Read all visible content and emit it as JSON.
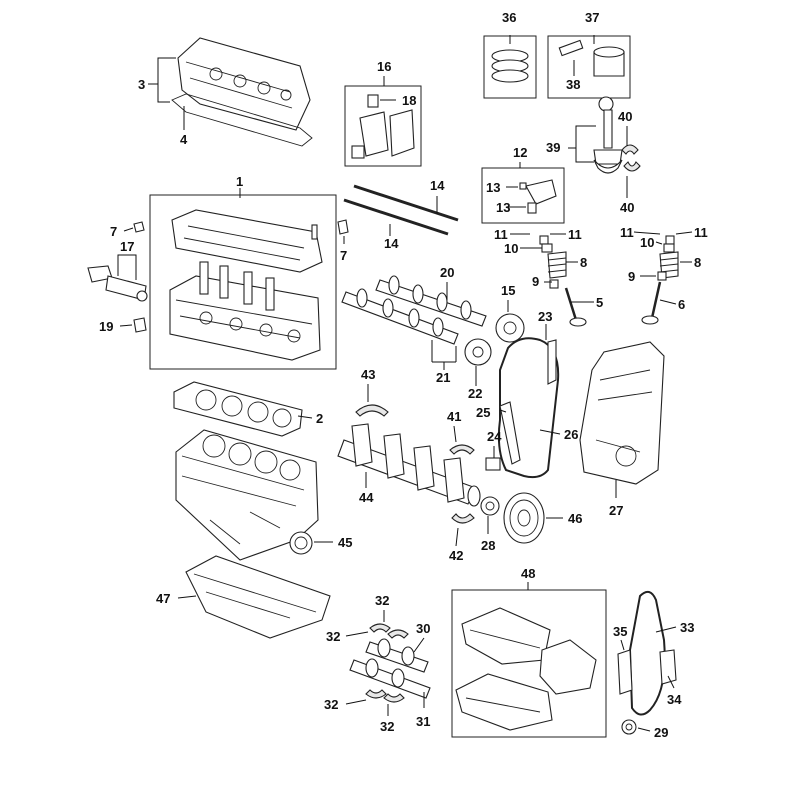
{
  "callouts": {
    "c1": "1",
    "c2": "2",
    "c3": "3",
    "c4": "4",
    "c5": "5",
    "c6": "6",
    "c7a": "7",
    "c7b": "7",
    "c8a": "8",
    "c8b": "8",
    "c9a": "9",
    "c9b": "9",
    "c10a": "10",
    "c10b": "10",
    "c11a": "11",
    "c11b": "11",
    "c11c": "11",
    "c11d": "11",
    "c12": "12",
    "c13a": "13",
    "c13b": "13",
    "c14a": "14",
    "c14b": "14",
    "c15": "15",
    "c16": "16",
    "c17": "17",
    "c18": "18",
    "c19": "19",
    "c20": "20",
    "c21": "21",
    "c22": "22",
    "c23": "23",
    "c24": "24",
    "c25": "25",
    "c26": "26",
    "c27": "27",
    "c28": "28",
    "c29": "29",
    "c30": "30",
    "c31": "31",
    "c32a": "32",
    "c32b": "32",
    "c32c": "32",
    "c32d": "32",
    "c33": "33",
    "c34": "34",
    "c35": "35",
    "c36": "36",
    "c37": "37",
    "c38": "38",
    "c39": "39",
    "c40a": "40",
    "c40b": "40",
    "c41": "41",
    "c42": "42",
    "c43": "43",
    "c44": "44",
    "c45": "45",
    "c46": "46",
    "c47": "47",
    "c48": "48"
  },
  "colors": {
    "line": "#222222",
    "background": "#ffffff"
  }
}
